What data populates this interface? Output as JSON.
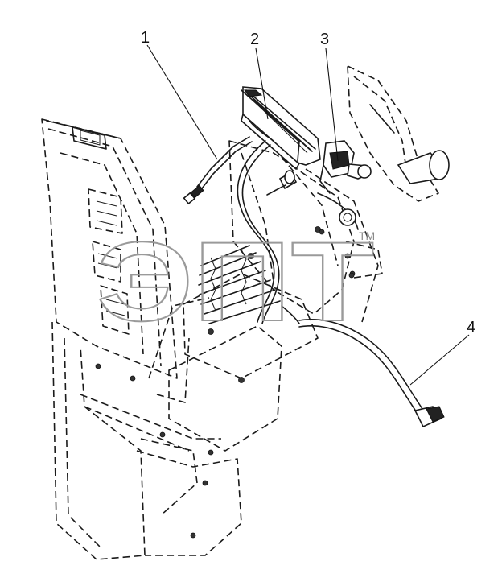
{
  "callouts": [
    {
      "id": "1",
      "label": "1"
    },
    {
      "id": "2",
      "label": "2"
    },
    {
      "id": "3",
      "label": "3"
    },
    {
      "id": "4",
      "label": "4"
    }
  ],
  "watermark": {
    "text": "ЭПТ",
    "trademark": "TM"
  },
  "colors": {
    "line": "#1a1a1a",
    "watermark": "#9a9a9a",
    "background": "#ffffff"
  }
}
